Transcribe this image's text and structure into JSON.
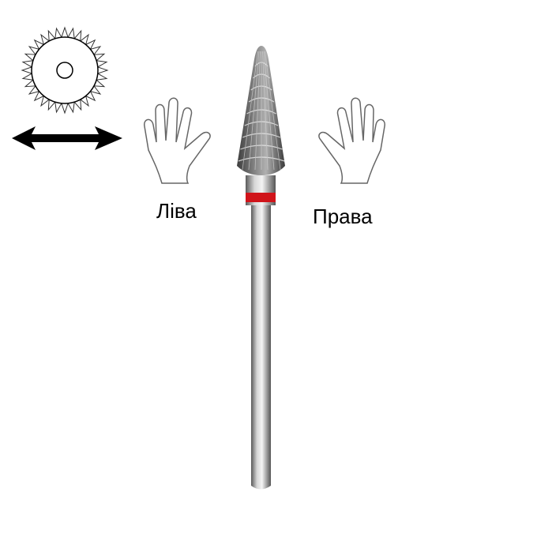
{
  "labels": {
    "left": "Ліва",
    "right": "Права"
  },
  "icons": [
    "rotation-gear-icon",
    "double-arrow-icon",
    "left-hand-icon",
    "right-hand-icon",
    "drill-bit"
  ],
  "colors": {
    "band": "#d0141a",
    "metal": "#9a9a9a"
  }
}
